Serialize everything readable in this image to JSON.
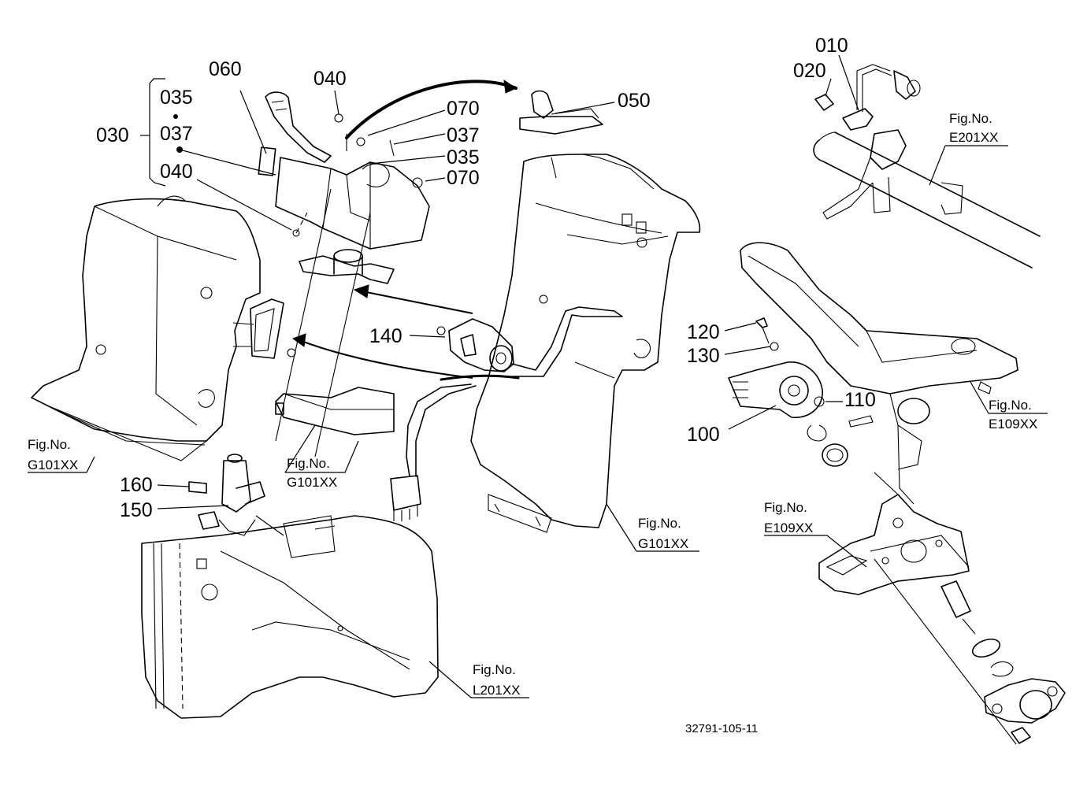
{
  "diagram": {
    "drawing_code": "32791-105-11",
    "callouts": {
      "p010": "010",
      "p020": "020",
      "p030": "030",
      "p035a": "035",
      "p035b": "035",
      "p037a": "037",
      "p037b": "037",
      "p040a": "040",
      "p040b": "040",
      "p050": "050",
      "p060": "060",
      "p070a": "070",
      "p070b": "070",
      "p100": "100",
      "p110": "110",
      "p120": "120",
      "p130": "130",
      "p140": "140",
      "p150": "150",
      "p160": "160"
    },
    "fig_refs": {
      "fig_prefix": "Fig.No.",
      "g101_left": "G101XX",
      "g101_mid": "G101XX",
      "g101_right": "G101XX",
      "e201": "E201XX",
      "e109_right": "E109XX",
      "e109_left": "E109XX",
      "l201": "L201XX"
    }
  }
}
